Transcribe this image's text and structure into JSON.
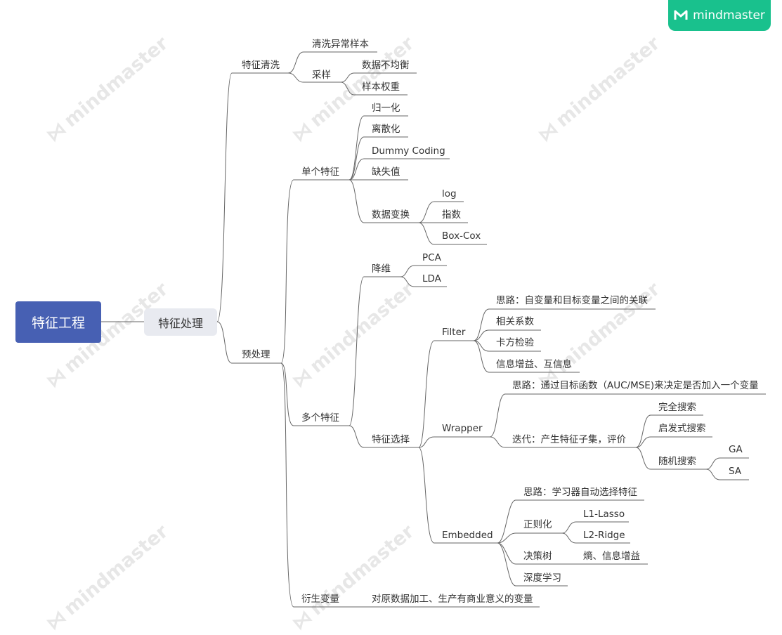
{
  "brand": {
    "name": "mindmaster",
    "icon": "mindmaster-logo-icon"
  },
  "watermark": {
    "text": "mindmaster",
    "icon": "mindmaster-logo-icon"
  },
  "colors": {
    "root": "#4760b3",
    "level1": "#e8eaf0",
    "line": "#666666",
    "brand": "#19c18d"
  },
  "mindmap": {
    "root": "特征工程",
    "level1": "特征处理",
    "nodes": {
      "clean": "特征清洗",
      "clean_abnormal": "清洗异常样本",
      "sampling": "采样",
      "imbalance": "数据不均衡",
      "weight": "样本权重",
      "preprocess": "预处理",
      "single": "单个特征",
      "normalize": "归一化",
      "discretize": "离散化",
      "dummy": "Dummy Coding",
      "missing": "缺失值",
      "transform": "数据变换",
      "log": "log",
      "exp": "指数",
      "boxcox": "Box-Cox",
      "multi": "多个特征",
      "dimred": "降维",
      "pca": "PCA",
      "lda": "LDA",
      "selection": "特征选择",
      "filter": "Filter",
      "filter_idea": "思路：自变量和目标变量之间的关联",
      "corr": "相关系数",
      "chi2": "卡方检验",
      "infogain": "信息增益、互信息",
      "wrapper": "Wrapper",
      "wrapper_idea": "思路：通过目标函数（AUC/MSE)来决定是否加入一个变量",
      "iterate": "迭代：产生特征子集，评价",
      "full_search": "完全搜索",
      "heuristic": "启发式搜索",
      "random_search": "随机搜索",
      "ga": "GA",
      "sa": "SA",
      "embedded": "Embedded",
      "embedded_idea": "思路：学习器自动选择特征",
      "regularize": "正则化",
      "l1": "L1-Lasso",
      "l2": "L2-Ridge",
      "tree": "决策树",
      "entropy": "熵、信息增益",
      "deep": "深度学习",
      "derived": "衍生变量",
      "derived_desc": "对原数据加工、生产有商业意义的变量"
    }
  }
}
